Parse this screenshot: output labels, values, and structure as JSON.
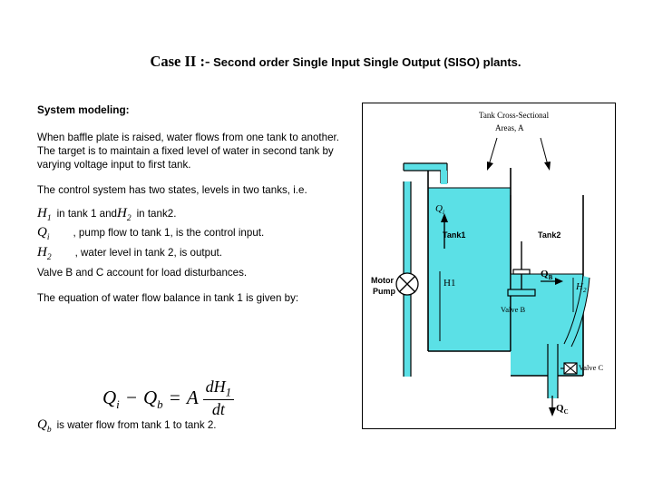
{
  "slide": {
    "title": {
      "case": "Case II :-",
      "rest": " Second order Single Input Single Output (SISO) plants."
    },
    "heading": "System modeling:",
    "paragraphs": [
      "When baffle plate is raised, water flows from one tank to another. The target is to maintain a fixed level of water in second tank by varying voltage input to first tank.",
      "The control system has two states, levels in two tanks, i.e."
    ],
    "variable_lines": [
      {
        "var": "H",
        "sub": "1",
        "text_mid": "in tank 1 and",
        "var2": "H",
        "sub2": "2",
        "text_end": "in tank2."
      },
      {
        "var": "Q",
        "sub": "i",
        "text_end": ", pump flow to tank 1, is the control input."
      },
      {
        "var": "H",
        "sub": "2",
        "text_end": ", water level in tank 2, is output."
      }
    ],
    "valve_note": "Valve B and C account for load disturbances.",
    "balance_intro": "The equation of water flow balance in tank 1 is given by:",
    "equation": {
      "lhs_q1": "Q",
      "lhs_q1_sub": "i",
      "minus": "−",
      "lhs_q2": "Q",
      "lhs_q2_sub": "b",
      "equals": "=",
      "area": "A",
      "num": "dH",
      "num_sub": "1",
      "den": "dt"
    },
    "after_equation": {
      "var": "Q",
      "sub": "b",
      "text": "is water flow from tank 1 to tank 2."
    }
  },
  "figure": {
    "labels": {
      "tank_cross_line1": "Tank Cross-Sectional",
      "tank_cross_line2": "Areas, A",
      "tank1": "Tank1",
      "tank2": "Tank2",
      "motor": "Motor",
      "pump": "Pump",
      "valve_b": "Valve B",
      "valve_c": "Valve C",
      "qi": "Q",
      "qi_sub": "i",
      "h1": "H1",
      "h2": "H",
      "h2_sub": "2",
      "qb": "Q",
      "qb_sub": "B",
      "qc": "Q",
      "qc_sub": "C"
    },
    "colors": {
      "water": "#5BE0E6",
      "water_dark": "#2FC9D2",
      "outline": "#000000"
    }
  }
}
